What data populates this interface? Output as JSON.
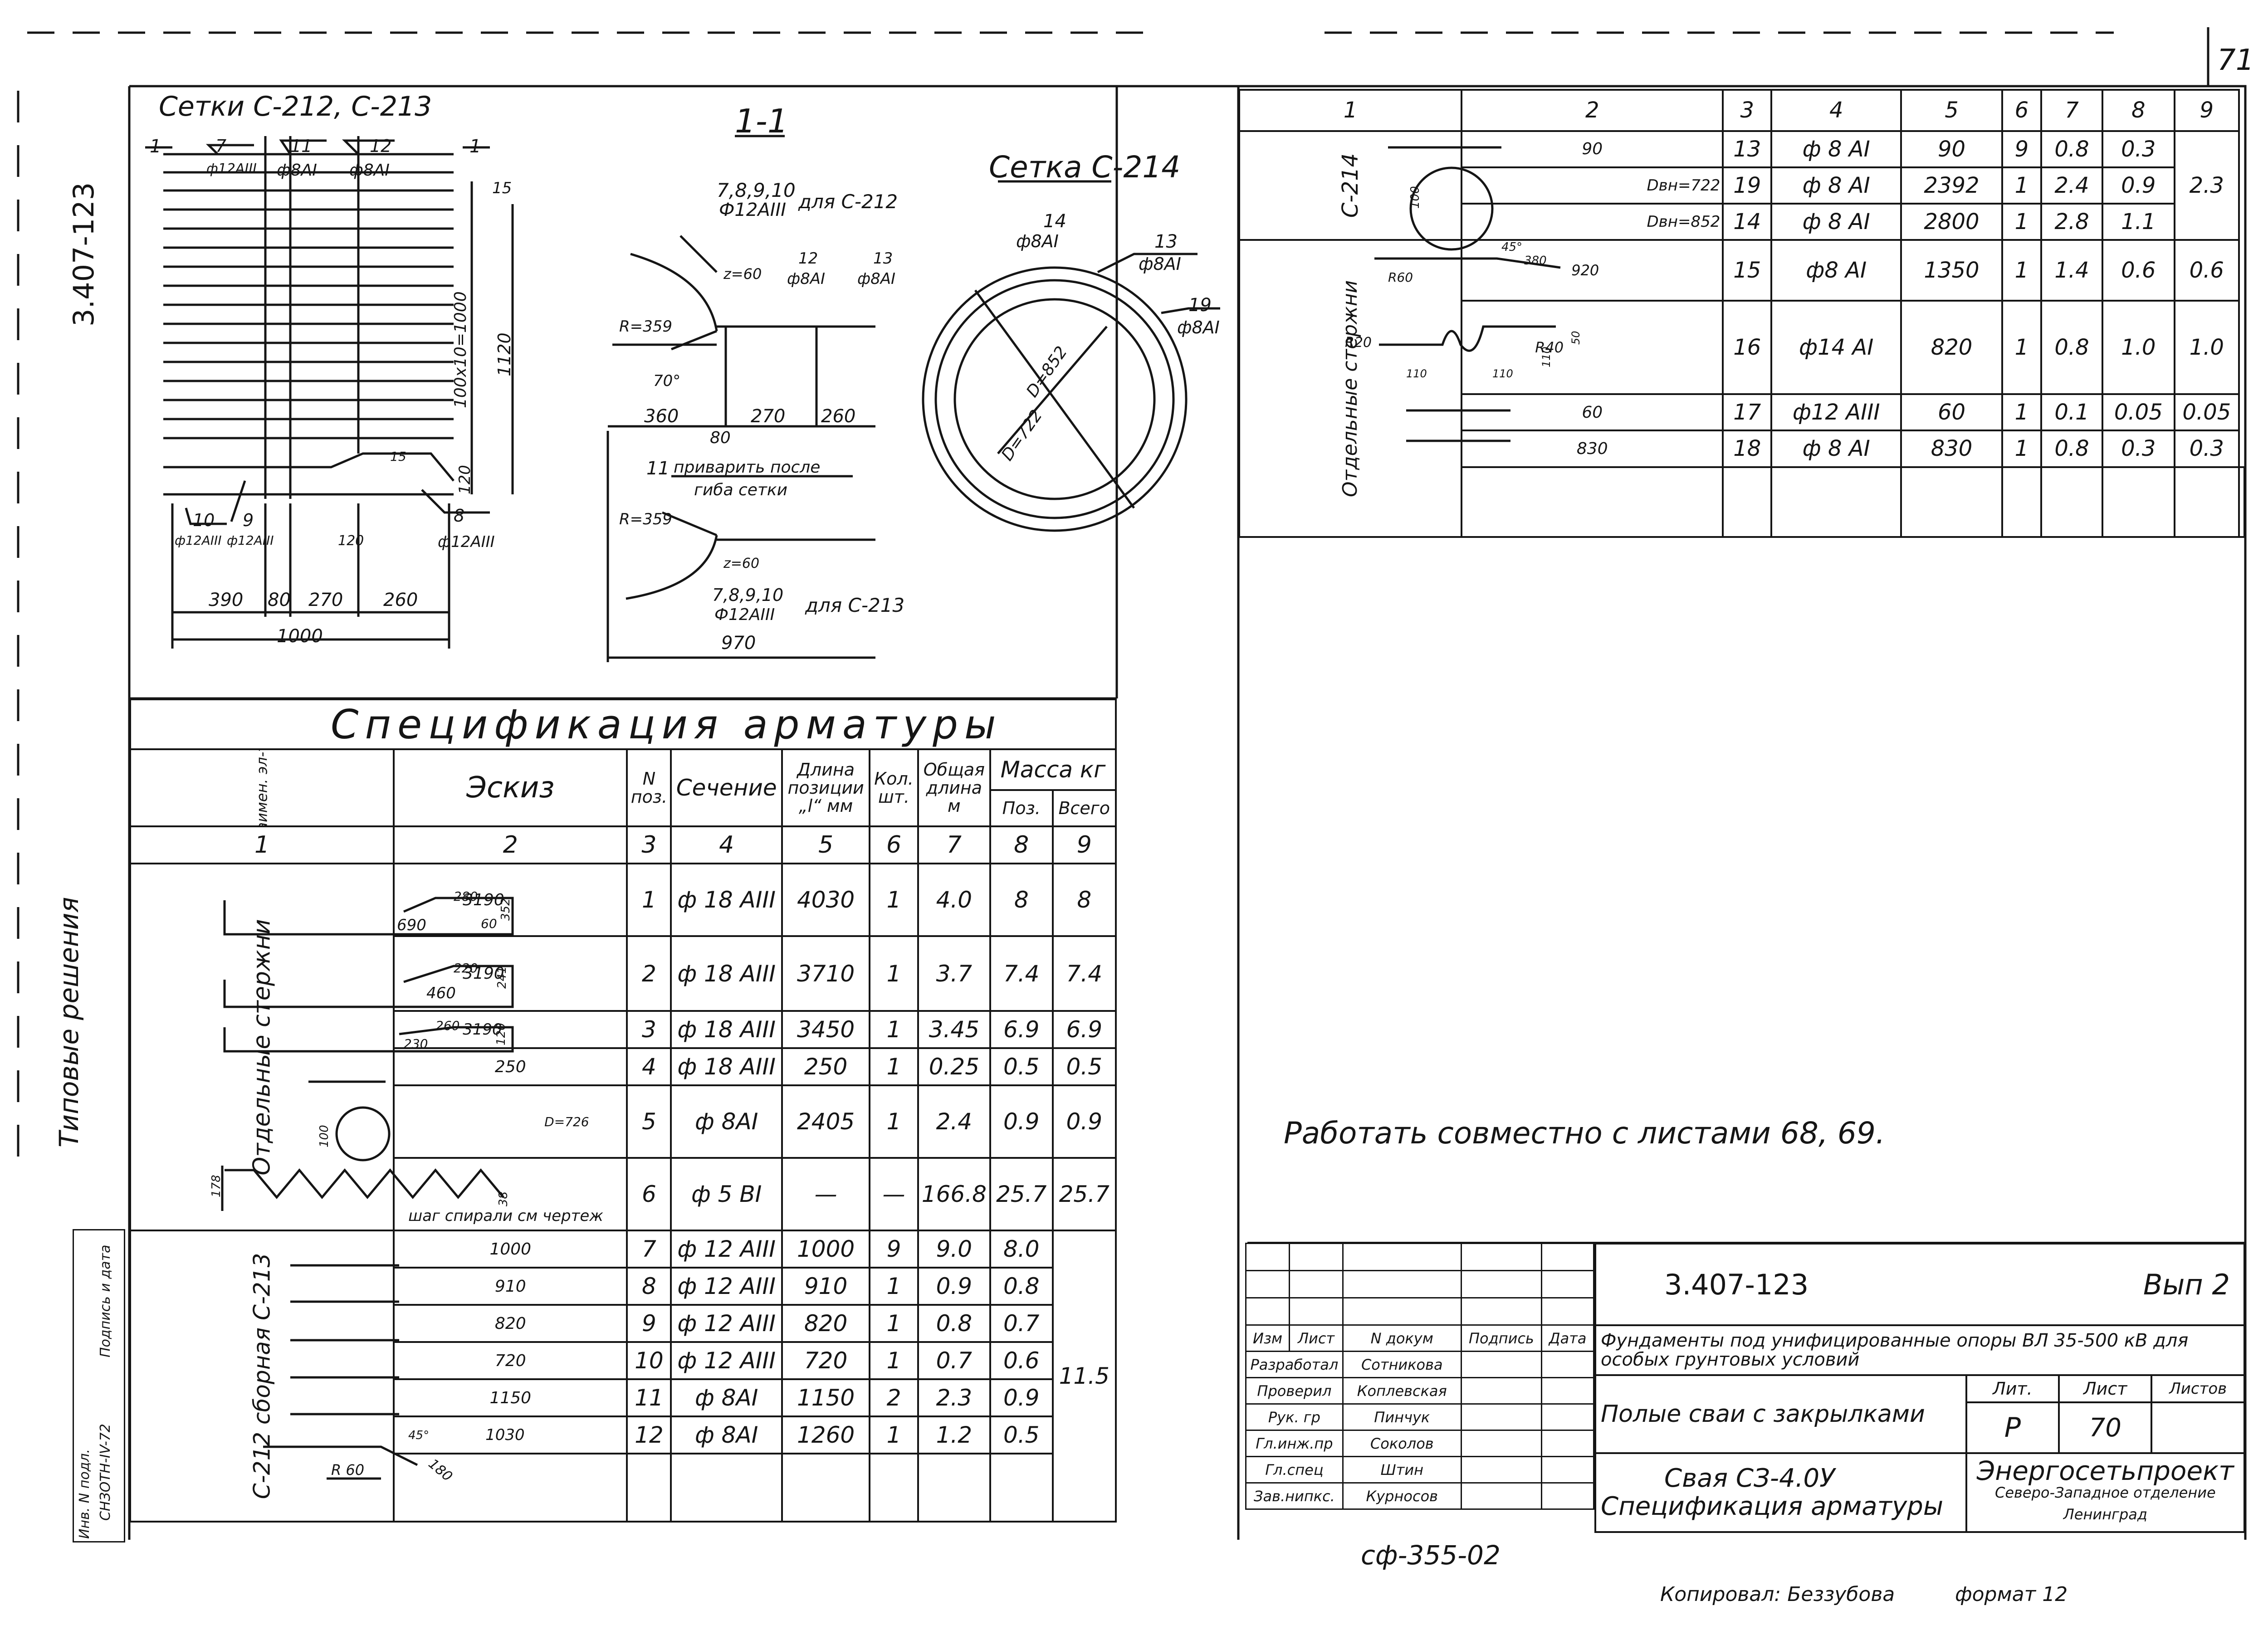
{
  "sheet_number": "71",
  "side_code": "3.407-123",
  "side_note": "Типовые решения",
  "drawings": {
    "mesh_212_title": "Сетки С-212, С-213",
    "section_title": "1-1",
    "mesh_214_title": "Сетка С-214",
    "mesh_dims": [
      "7",
      "11",
      "12",
      "ф12АIII",
      "ф8АI",
      "ф8АI",
      "15",
      "100х10=1000",
      "1120",
      "120",
      "15",
      "10",
      "9",
      "8",
      "ф12АIII",
      "ф12АIII",
      "120",
      "ф12АIII",
      "390",
      "80",
      "270",
      "260",
      "1000",
      "1",
      "1"
    ],
    "section_labels": [
      "7,8,9,10",
      "Ф12АIII",
      "для С-212",
      "R=359",
      "70°",
      "z=60",
      "12",
      "ф8АI",
      "13",
      "ф8АI",
      "360",
      "80",
      "270",
      "260",
      "11",
      "приварить после",
      "гиба сетки",
      "R=359",
      "z=60",
      "7,8,9,10",
      "Ф12АIII",
      "для С-213",
      "970"
    ],
    "ring_labels": [
      "14",
      "ф8АI",
      "13",
      "ф8АI",
      "19",
      "ф8АI",
      "D=852",
      "D=722"
    ]
  },
  "spec": {
    "title": "Спецификация арматуры",
    "headers": {
      "name": "Наимен. эл-та",
      "sketch": "Эскиз",
      "pos": "N поз.",
      "section": "Сечение",
      "length": "Длина позиции „l“ мм",
      "qty": "Кол. шт.",
      "total_len": "Общая длина м",
      "mass": "Масса кг",
      "mass_pos": "Поз.",
      "mass_all": "Всего"
    },
    "col_numbers": [
      "1",
      "2",
      "3",
      "4",
      "5",
      "6",
      "7",
      "8",
      "9"
    ],
    "group1": "Отдельные стержни",
    "group2": "С-212 сборная С-213",
    "rows": [
      {
        "pos": "1",
        "section": "ф 18 АIII",
        "length": "4030",
        "qty": "1",
        "tl": "4.0",
        "mp": "8",
        "sketch": [
          "3190",
          "690",
          "280",
          "60",
          "352"
        ]
      },
      {
        "pos": "2",
        "section": "ф 18 АIII",
        "length": "3710",
        "qty": "1",
        "tl": "3.7",
        "mp": "7.4",
        "sketch": [
          "3190",
          "460",
          "220",
          "241"
        ]
      },
      {
        "pos": "3",
        "section": "ф 18 АIII",
        "length": "3450",
        "qty": "1",
        "tl": "3.45",
        "mp": "6.9",
        "sketch": [
          "3190",
          "230",
          "260",
          "120"
        ]
      },
      {
        "pos": "4",
        "section": "ф 18 АIII",
        "length": "250",
        "qty": "1",
        "tl": "0.25",
        "mp": "0.5",
        "sketch": [
          "250"
        ]
      },
      {
        "pos": "5",
        "section": "ф 8АI",
        "length": "2405",
        "qty": "1",
        "tl": "2.4",
        "mp": "0.9",
        "sketch": [
          "D=726",
          "100"
        ]
      },
      {
        "pos": "6",
        "section": "ф 5 ВI",
        "length": "—",
        "qty": "—",
        "tl": "166.8",
        "mp": "25.7",
        "sketch": [
          "шаг спирали см чертеж",
          "178",
          "38"
        ]
      },
      {
        "pos": "7",
        "section": "ф 12 АIII",
        "length": "1000",
        "qty": "9",
        "tl": "9.0",
        "mp": "8.0",
        "sketch": [
          "1000"
        ]
      },
      {
        "pos": "8",
        "section": "ф 12 АIII",
        "length": "910",
        "qty": "1",
        "tl": "0.9",
        "mp": "0.8",
        "sketch": [
          "910"
        ]
      },
      {
        "pos": "9",
        "section": "ф 12 АIII",
        "length": "820",
        "qty": "1",
        "tl": "0.8",
        "mp": "0.7",
        "sketch": [
          "820"
        ]
      },
      {
        "pos": "10",
        "section": "ф 12 АIII",
        "length": "720",
        "qty": "1",
        "tl": "0.7",
        "mp": "0.6",
        "sketch": [
          "720"
        ]
      },
      {
        "pos": "11",
        "section": "ф 8АI",
        "length": "1150",
        "qty": "2",
        "tl": "2.3",
        "mp": "0.9",
        "sketch": [
          "1150"
        ]
      },
      {
        "pos": "12",
        "section": "ф 8АI",
        "length": "1260",
        "qty": "1",
        "tl": "1.2",
        "mp": "0.5",
        "sketch": [
          "1030",
          "45°",
          "180",
          "R 60"
        ]
      }
    ],
    "totals": {
      "r1": "8",
      "r2": "7.4",
      "r3": "6.9",
      "r4": "0.5",
      "r5": "0.9",
      "r6": "25.7",
      "g2": "11.5"
    }
  },
  "right_table": {
    "col_numbers": [
      "1",
      "2",
      "3",
      "4",
      "5",
      "6",
      "7",
      "8",
      "9"
    ],
    "group_c214": "С-214",
    "group_rods": "Отдельные стержни",
    "rows": [
      {
        "pos": "13",
        "section": "ф 8 АI",
        "length": "90",
        "qty": "9",
        "tl": "0.8",
        "mp": "0.3",
        "sketch": "90"
      },
      {
        "pos": "19",
        "section": "ф 8 АI",
        "length": "2392",
        "qty": "1",
        "tl": "2.4",
        "mp": "0.9",
        "sketch": "Dвн=722"
      },
      {
        "pos": "14",
        "section": "ф 8 АI",
        "length": "2800",
        "qty": "1",
        "tl": "2.8",
        "mp": "1.1",
        "sketch": "Dвн=852"
      },
      {
        "pos": "15",
        "section": "ф8 АI",
        "length": "1350",
        "qty": "1",
        "tl": "1.4",
        "mp": "0.6",
        "sketch": "920"
      },
      {
        "pos": "16",
        "section": "ф14 АI",
        "length": "820",
        "qty": "1",
        "tl": "0.8",
        "mp": "1.0",
        "sketch": "R40"
      },
      {
        "pos": "17",
        "section": "ф12 АIII",
        "length": "60",
        "qty": "1",
        "tl": "0.1",
        "mp": "0.05",
        "sketch": "60"
      },
      {
        "pos": "18",
        "section": "ф 8 АI",
        "length": "830",
        "qty": "1",
        "tl": "0.8",
        "mp": "0.3",
        "sketch": "830"
      }
    ],
    "totals": {
      "c214": "2.3",
      "r15": "0.6",
      "r16": "1.0",
      "r17": "0.05",
      "r18": "0.3"
    },
    "sketch_extra": [
      "100",
      "R60",
      "45°",
      "380",
      "R20",
      "110",
      "110",
      "110",
      "50"
    ]
  },
  "note": "Работать совместно с листами 68, 69.",
  "title_block": {
    "code": "3.407-123",
    "issue": "Вып 2",
    "description": "Фундаменты под унифицированные опоры ВЛ 35-500 кВ для особых грунтовых условий",
    "part": "Полые сваи с закрылками",
    "sheet_title_1": "Свая СЗ-4.0У",
    "sheet_title_2": "Спецификация арматуры",
    "lit_label": "Лит.",
    "lit_value": "Р",
    "sheet_label": "Лист",
    "sheet_value": "70",
    "sheets_label": "Листов",
    "org_1": "Энергосетьпроект",
    "org_2": "Северо-Западное отделение",
    "org_3": "Ленинград",
    "col_heads": [
      "Изм",
      "Лист",
      "N докум",
      "Подпись",
      "Дата"
    ],
    "staff": [
      {
        "role": "Разработал",
        "name": "Сотникова"
      },
      {
        "role": "Проверил",
        "name": "Коплевская"
      },
      {
        "role": "Рук. гр",
        "name": "Пинчук"
      },
      {
        "role": "Гл.инж.пр",
        "name": "Соколов"
      },
      {
        "role": "Гл.спец",
        "name": "Штин"
      },
      {
        "role": "Зав.нипкс.",
        "name": "Курносов"
      }
    ]
  },
  "stamp_bottom": "сф-355-02",
  "copied": "Копировал: Беззубова",
  "format": "формат 12",
  "left_stamp": [
    "Инв. N подл.",
    "Подпись и дата",
    "СНЗОТН-IV-72"
  ]
}
